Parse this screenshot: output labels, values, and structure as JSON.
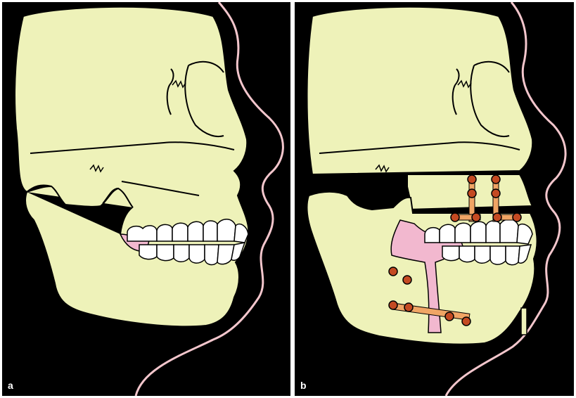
{
  "panels": [
    {
      "id": "a",
      "label": "a"
    },
    {
      "id": "b",
      "label": "b"
    }
  ],
  "colors": {
    "background": "#000000",
    "bone": "#eef2b9",
    "outline": "#000000",
    "skin_profile": "#f3c6cc",
    "tooth": "#ffffff",
    "gum_graft": "#f2b8cf",
    "plate": "#f0a565",
    "screw": "#c44a22"
  }
}
